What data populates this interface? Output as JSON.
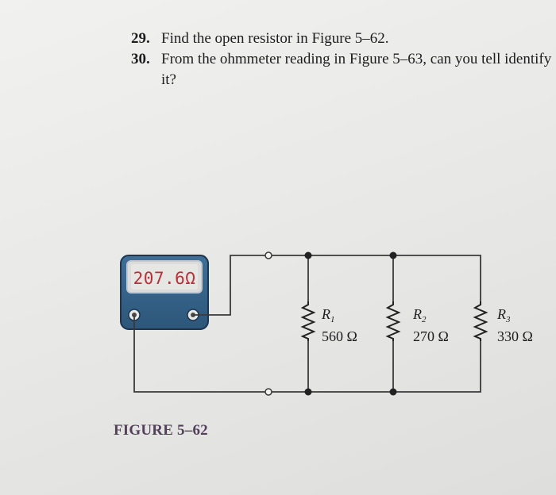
{
  "questions": [
    {
      "number": "29.",
      "text": "Find the open resistor in Figure 5–62."
    },
    {
      "number": "30.",
      "text": "From the ohmmeter reading in Figure 5–63, can you tell identify it?"
    }
  ],
  "meter": {
    "display": "207.6Ω"
  },
  "resistors": [
    {
      "name": "R",
      "subscript": "1",
      "value": "560 Ω"
    },
    {
      "name": "R",
      "subscript": "2",
      "value": "270 Ω"
    },
    {
      "name": "R",
      "subscript": "3",
      "value": "330 Ω"
    }
  ],
  "figure": {
    "caption": "FIGURE 5–62"
  }
}
